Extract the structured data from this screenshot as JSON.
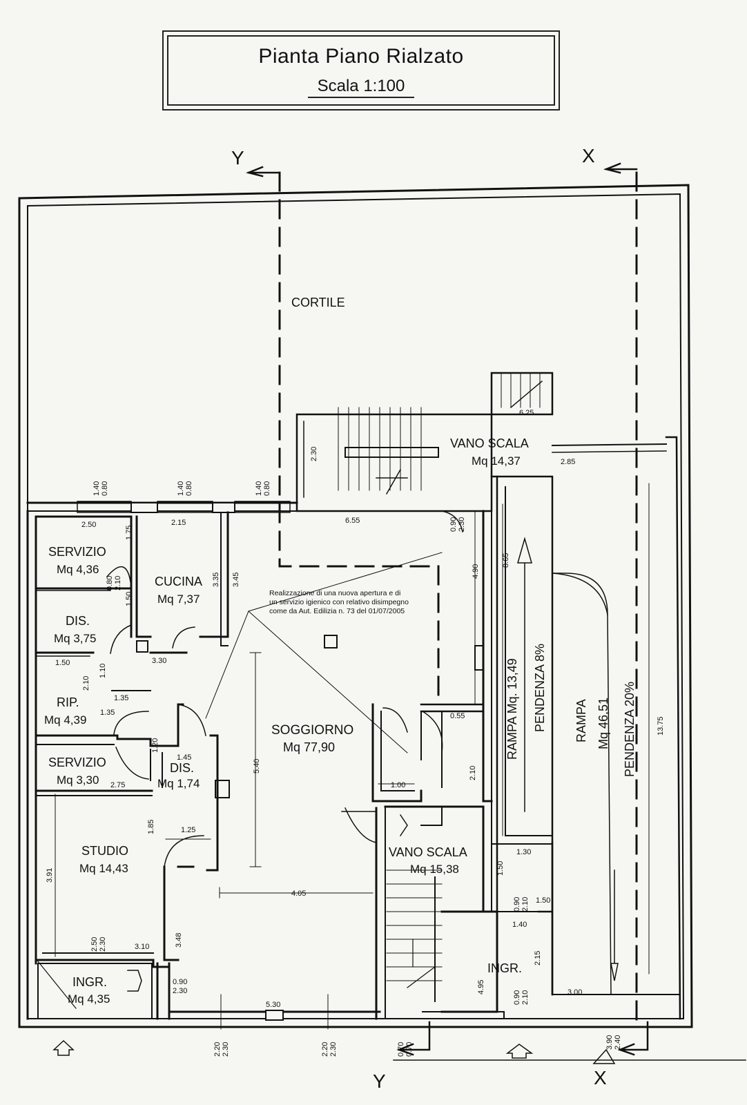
{
  "header": {
    "title": "Pianta Piano Rialzato",
    "scale": "Scala 1:100"
  },
  "sections": {
    "y": "Y",
    "x": "X"
  },
  "rooms": {
    "cortile": "CORTILE",
    "vano_scala_top": {
      "name": "VANO SCALA",
      "area": "Mq 14,37"
    },
    "servizio1": {
      "name": "SERVIZIO",
      "area": "Mq 4,36"
    },
    "cucina": {
      "name": "CUCINA",
      "area": "Mq 7,37"
    },
    "dis1": {
      "name": "DIS.",
      "area": "Mq 3,75"
    },
    "rip": {
      "name": "RIP.",
      "area": "Mq 4,39"
    },
    "servizio2": {
      "name": "SERVIZIO",
      "area": "Mq 3,30"
    },
    "dis2": {
      "name": "DIS.",
      "area": "Mq 1,74"
    },
    "studio": {
      "name": "STUDIO",
      "area": "Mq 14,43"
    },
    "ingr1": {
      "name": "INGR.",
      "area": "Mq 4,35"
    },
    "soggiorno": {
      "name": "SOGGIORNO",
      "area": "Mq 77,90"
    },
    "vano_scala_mid": {
      "name": "VANO SCALA",
      "area": "Mq 15,38"
    },
    "ingr2": {
      "name": "INGR."
    },
    "rampa1": {
      "name": "RAMPA Mq. 13,49",
      "slope": "PENDENZA 8%"
    },
    "rampa2": {
      "name": "RAMPA",
      "area": "Mq 46,51",
      "slope": "PENDENZA 20%"
    }
  },
  "note": {
    "line1": "Realizzazione di una nuova apertura e di",
    "line2": "un servizio igienico con relativo disimpegno",
    "line3": "come da Aut. Edilizia n. 73 del 01/07/2005"
  },
  "dims": {
    "w1_top": "1.40",
    "w1_bot": "0.80",
    "w2_top": "1.40",
    "w2_bot": "0.80",
    "w3_top": "1.40",
    "w3_bot": "0.80",
    "d250": "2.50",
    "d215": "2.15",
    "d655": "6.55",
    "d625": "6.25",
    "d285": "2.85",
    "d230": "2.30",
    "d175": "1.75",
    "d335": "3.35",
    "d345": "3.45",
    "d150v": "1.50",
    "d490": "4.90",
    "d865": "8.65",
    "d1375": "13.75",
    "d330": "3.30",
    "d150": "1.50",
    "d110": "1.10",
    "d210v": "2.10",
    "d135a": "1.35",
    "d135b": "1.35",
    "d145": "1.45",
    "d120": "1.20",
    "d275": "2.75",
    "d540": "5.40",
    "d055": "0.55",
    "d100": "1.00",
    "d210b": "2.10",
    "d185": "1.85",
    "d125": "1.25",
    "d391": "3.91",
    "d405": "4.05",
    "d130": "1.30",
    "d150c": "1.50",
    "d150d": "1.50",
    "d140": "1.40",
    "d215b": "2.15",
    "d310": "3.10",
    "d348": "3.48",
    "d495": "4.95",
    "d300": "3.00",
    "d530": "5.30",
    "dr_top": "0.80",
    "dr_bot": "2.10",
    "dtop_a": "0.90",
    "dtop_b": "2.30",
    "w250": "2.50",
    "w230": "2.30",
    "di_top": "0.90",
    "di_bot": "2.30",
    "dg_top": "0.90",
    "dg_bot": "2.10",
    "b1_top": "2.20",
    "b1_bot": "2.30",
    "b2_top": "2.20",
    "b2_bot": "2.30",
    "b3_top": "0.70",
    "b3_bot": "0.70",
    "b4_top": "0.90",
    "b4_bot": "2.10",
    "b5_top": "3.90",
    "b5_bot": "2.40"
  }
}
